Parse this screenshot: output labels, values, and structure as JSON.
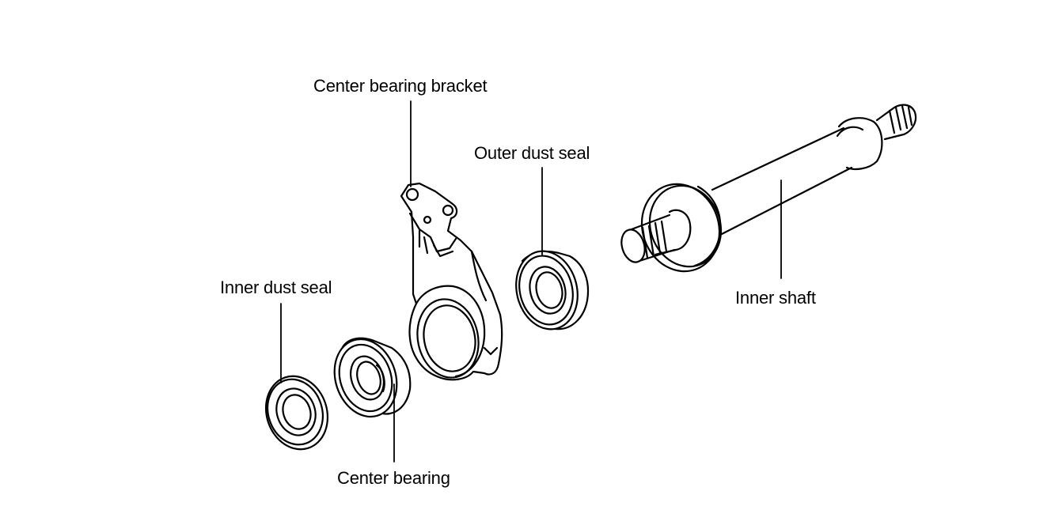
{
  "labels": {
    "center_bearing_bracket": "Center bearing bracket",
    "outer_dust_seal": "Outer dust seal",
    "inner_dust_seal": "Inner dust seal",
    "inner_shaft": "Inner shaft",
    "center_bearing": "Center bearing"
  },
  "colors": {
    "line": "#000000",
    "background": "#ffffff"
  }
}
